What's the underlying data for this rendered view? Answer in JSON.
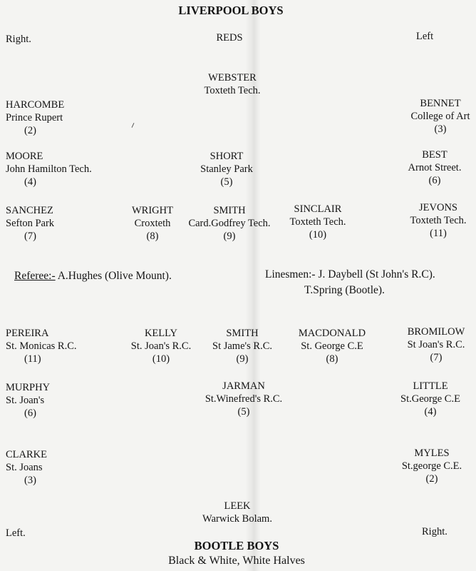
{
  "top_team": {
    "title": "LIVERPOOL BOYS",
    "side_right": "Right.",
    "colour": "REDS",
    "side_left": "Left",
    "players": [
      {
        "name": "WEBSTER",
        "school": "Toxteth Tech.",
        "number": ""
      },
      {
        "name": "HARCOMBE",
        "school": "Prince Rupert",
        "number": "(2)"
      },
      {
        "name": "BENNET",
        "school": "College of Art",
        "number": "(3)"
      },
      {
        "name": "MOORE",
        "school": "John Hamilton Tech.",
        "number": "(4)"
      },
      {
        "name": "SHORT",
        "school": "Stanley Park",
        "number": "(5)"
      },
      {
        "name": "BEST",
        "school": "Arnot Street.",
        "number": "(6)"
      },
      {
        "name": "SANCHEZ",
        "school": "Sefton Park",
        "number": "(7)"
      },
      {
        "name": "WRIGHT",
        "school": "Croxteth",
        "number": "(8)"
      },
      {
        "name": "SMITH",
        "school": "Card.Godfrey Tech.",
        "number": "(9)"
      },
      {
        "name": "SINCLAIR",
        "school": "Toxteth Tech.",
        "number": "(10)"
      },
      {
        "name": "JEVONS",
        "school": "Toxteth Tech.",
        "number": "(11)"
      }
    ]
  },
  "officials": {
    "referee_label": "Referee:-",
    "referee": "A.Hughes (Olive Mount).",
    "linesmen_label": "Linesmen:-",
    "linesman_1": "J. Daybell (St John's R.C).",
    "linesman_2": "T.Spring (Bootle)."
  },
  "bottom_team": {
    "title": "BOOTLE BOYS",
    "colours": "Black & White, White Halves",
    "side_left": "Left.",
    "side_right": "Right.",
    "players": [
      {
        "name": "PEREIRA",
        "school": "St. Monicas R.C.",
        "number": "(11)"
      },
      {
        "name": "KELLY",
        "school": "St. Joan's R.C.",
        "number": "(10)"
      },
      {
        "name": "SMITH",
        "school": "St Jame's R.C.",
        "number": "(9)"
      },
      {
        "name": "MACDONALD",
        "school": "St. George C.E",
        "number": "(8)"
      },
      {
        "name": "BROMILOW",
        "school": "St Joan's R.C.",
        "number": "(7)"
      },
      {
        "name": "MURPHY",
        "school": "St. Joan's",
        "number": "(6)"
      },
      {
        "name": "JARMAN",
        "school": "St.Winefred's R.C.",
        "number": "(5)"
      },
      {
        "name": "LITTLE",
        "school": "St.George C.E",
        "number": "(4)"
      },
      {
        "name": "CLARKE",
        "school": "St. Joans",
        "number": "(3)"
      },
      {
        "name": "MYLES",
        "school": "St.george C.E.",
        "number": "(2)"
      },
      {
        "name": "LEEK",
        "school": "Warwick Bolam.",
        "number": ""
      }
    ]
  }
}
